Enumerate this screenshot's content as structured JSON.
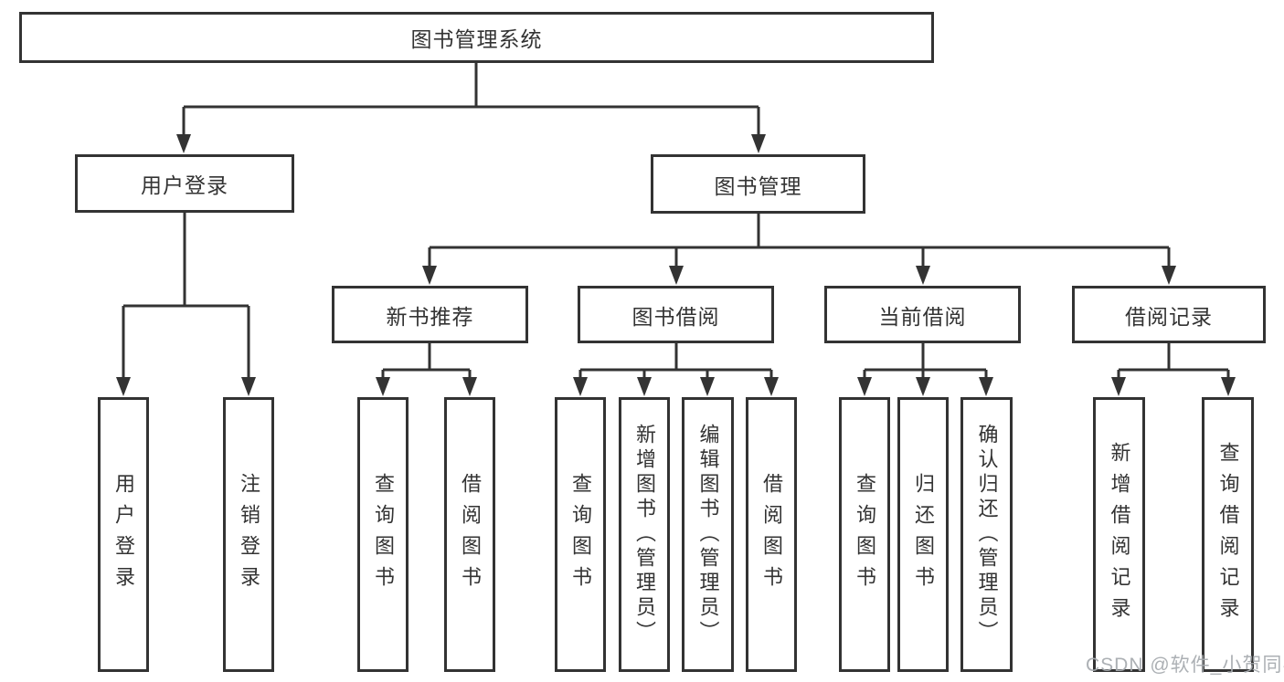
{
  "diagram": {
    "root": {
      "label": "图书管理系统"
    },
    "level2": [
      {
        "label": "用户登录"
      },
      {
        "label": "图书管理"
      }
    ],
    "level3": [
      {
        "label": "新书推荐"
      },
      {
        "label": "图书借阅"
      },
      {
        "label": "当前借阅"
      },
      {
        "label": "借阅记录"
      }
    ],
    "leaves": {
      "user_login": [
        "用户登录",
        "注销登录"
      ],
      "new_book_recommend": [
        "查询图书",
        "借阅图书"
      ],
      "book_borrow": [
        "查询图书",
        "新增图书（管理员）",
        "编辑图书（管理员）",
        "借阅图书"
      ],
      "current_borrow": [
        "查询图书",
        "归还图书",
        "确认归还（管理员）"
      ],
      "borrow_record": [
        "新增借阅记录",
        "查询借阅记录"
      ]
    }
  },
  "colors": {
    "line": "#333333",
    "text": "#333333",
    "box_background": "#ffffff",
    "watermark": "#a8acb0"
  },
  "watermark": {
    "text": "CSDN @软件_小贺同学"
  }
}
